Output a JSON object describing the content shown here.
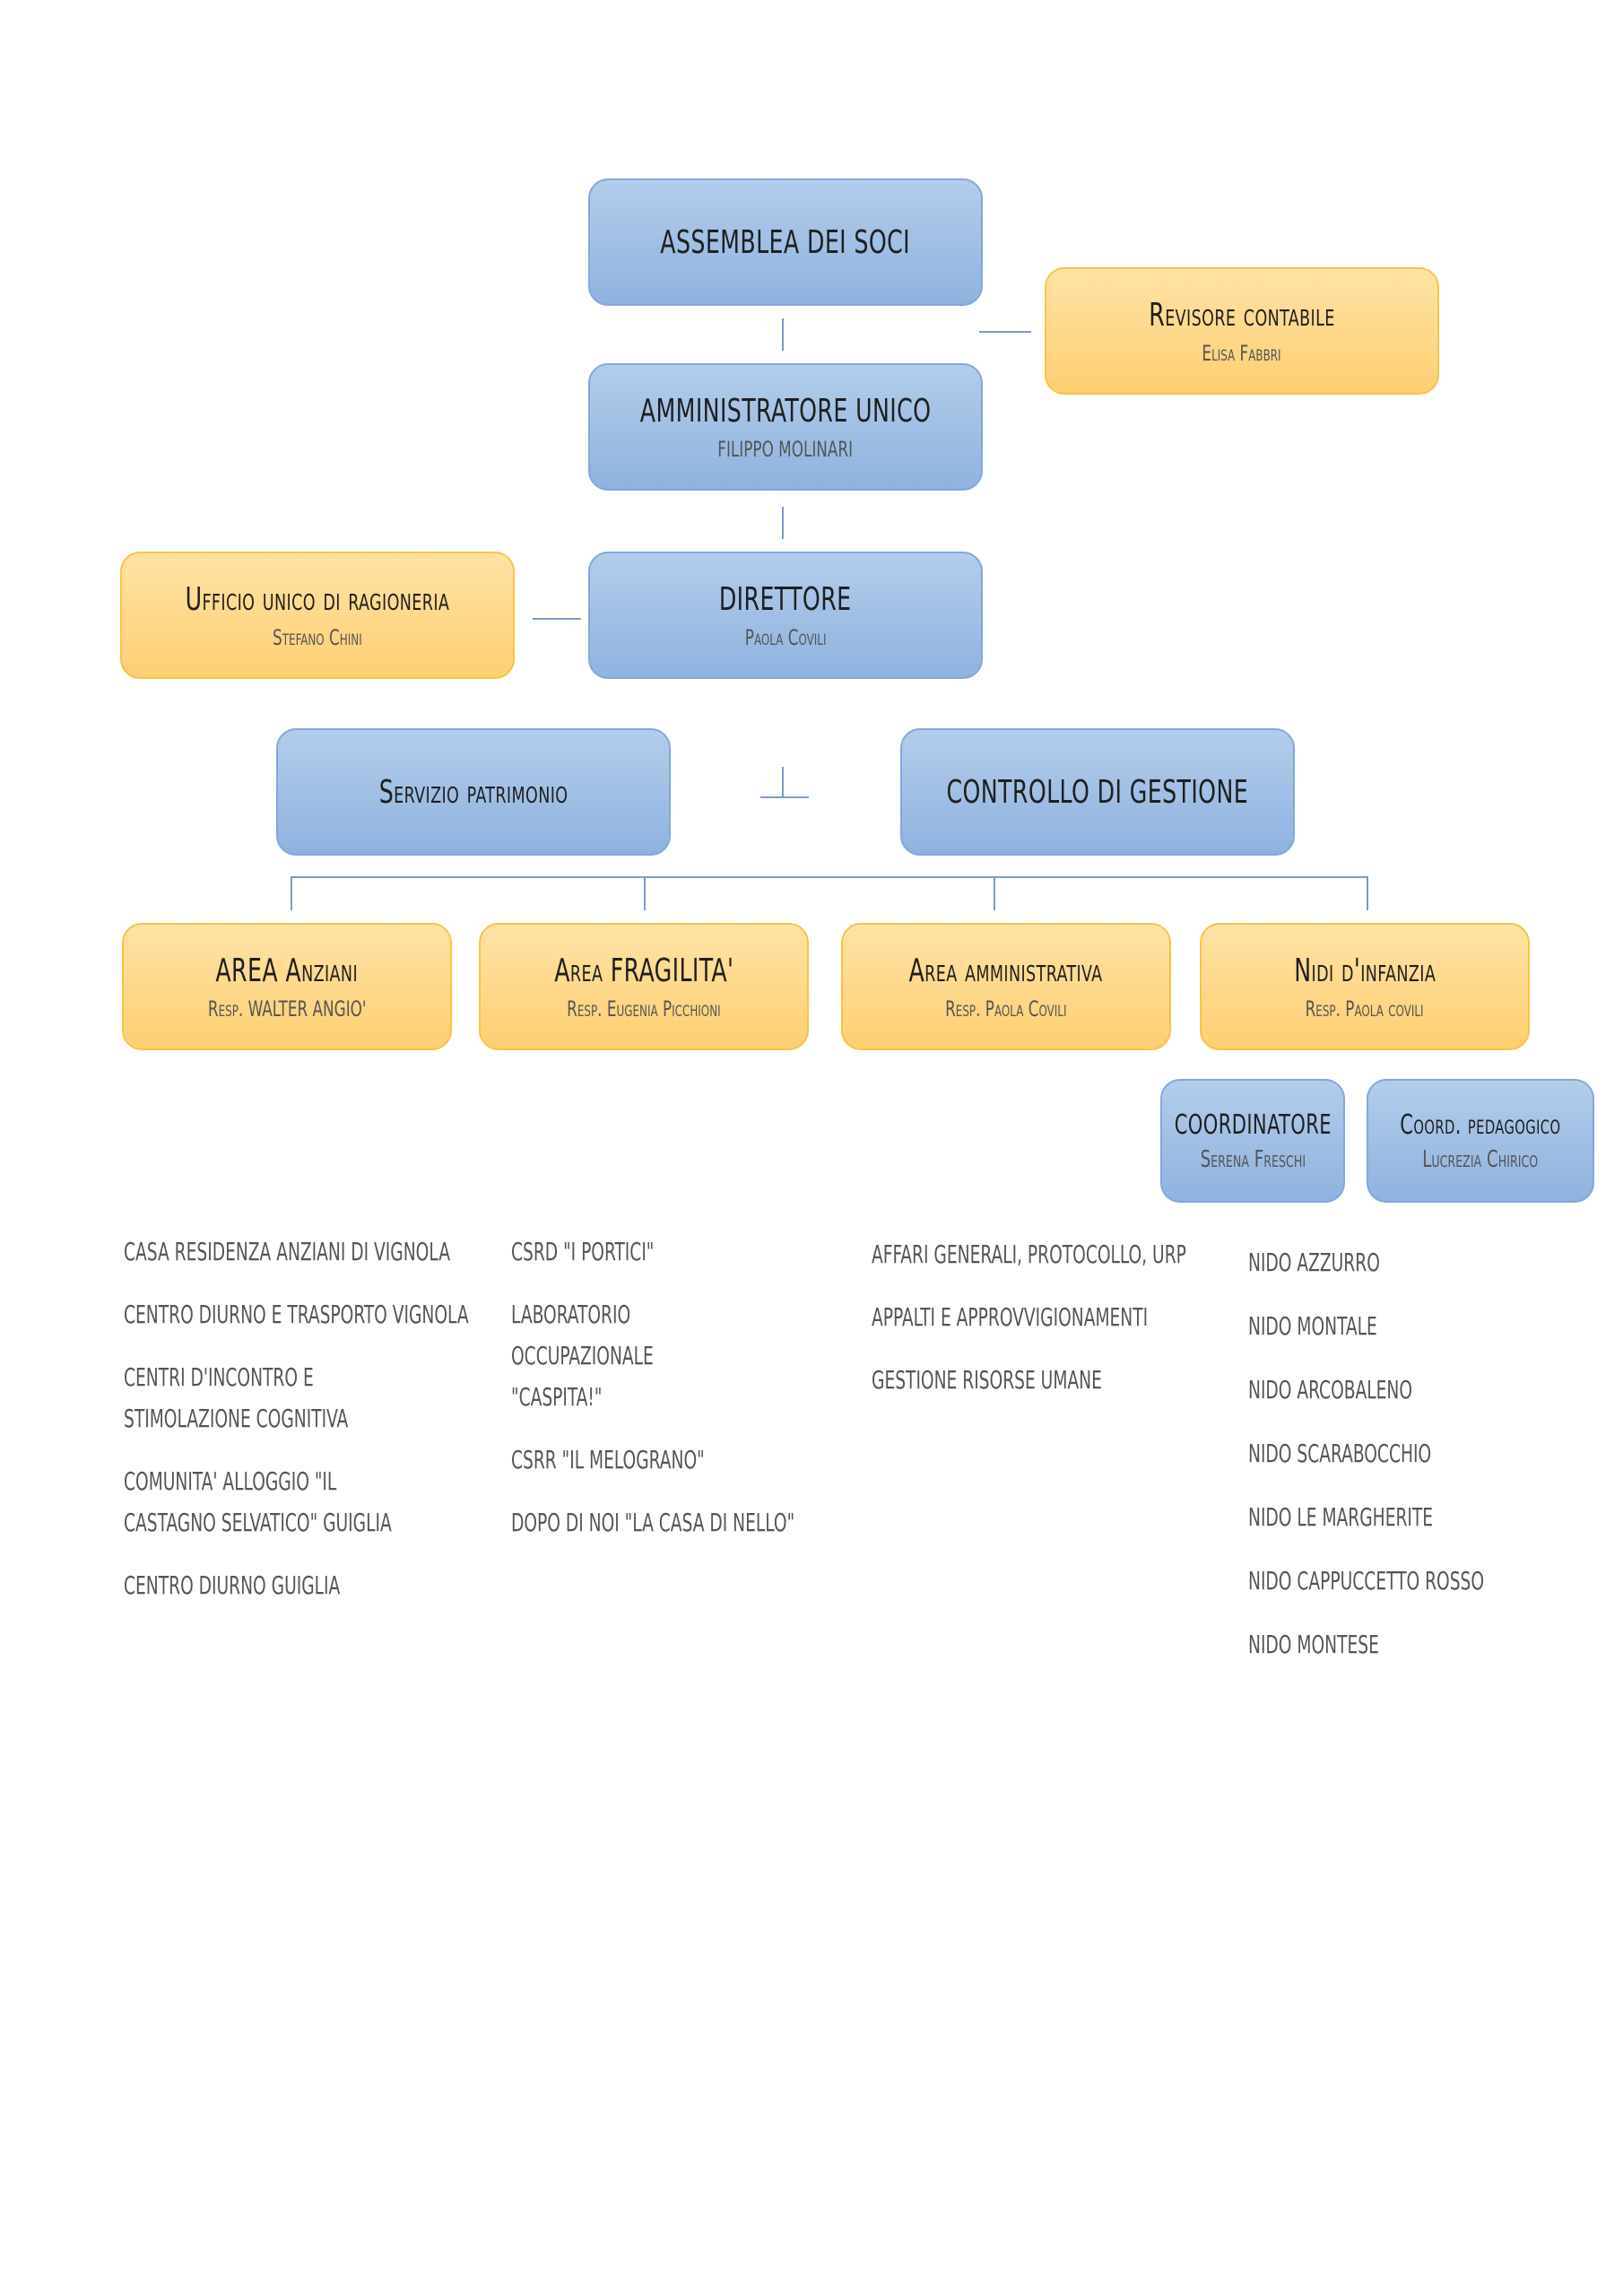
{
  "nodes": {
    "assemblea": {
      "title": "ASSEMBLEA DEI SOCI"
    },
    "revisore": {
      "title": "Revisore contabile",
      "name": "Elisa Fabbri"
    },
    "amministratore": {
      "title": "AMMINISTRATORE UNICO",
      "name": "FILIPPO MOLINARI"
    },
    "ragioneria": {
      "title": "Ufficio unico di ragioneria",
      "name": "Stefano Chini"
    },
    "direttore": {
      "title": "DIRETTORE",
      "name": "Paola Covili"
    },
    "patrimonio": {
      "title": "Servizio patrimonio"
    },
    "controllo": {
      "title": "CONTROLLO DI GESTIONE"
    },
    "anziani": {
      "title": "AREA Anziani",
      "name": "Resp. WALTER ANGIO'"
    },
    "fragilita": {
      "title": "Area FRAGILITA'",
      "name": "Resp. Eugenia Picchioni"
    },
    "amministrativa": {
      "title": "Area amministrativa",
      "name": "Resp. Paola Covili"
    },
    "nidi": {
      "title": "Nidi d'infanzia",
      "name": "Resp. Paola covili"
    },
    "coordinatore": {
      "title": "COORDINATORE",
      "name": "Serena Freschi"
    },
    "pedagogico": {
      "title": "Coord. pedagogico",
      "name": "Lucrezia Chirico"
    }
  },
  "lists": {
    "anziani": [
      "CASA RESIDENZA ANZIANI DI VIGNOLA",
      "CENTRO DIURNO E TRASPORTO VIGNOLA",
      "CENTRI D'INCONTRO E STIMOLAZIONE COGNITIVA",
      "COMUNITA' ALLOGGIO \"IL CASTAGNO SELVATICO\" GUIGLIA",
      "CENTRO DIURNO GUIGLIA"
    ],
    "fragilita": [
      "CSRD \"I PORTICI\"",
      "LABORATORIO OCCUPAZIONALE \"Caspita!\"",
      "CSRR \"IL MELOGRANO\"",
      "DOPO DI NOI \"LA CASA DI NELLO\""
    ],
    "amministrativa": [
      "AFFARI GENERALI, PROTOCOLLO, URP",
      "APPALTI E APPROVVIGIONAMENTI",
      "GESTIONE RISORSE UMANE"
    ],
    "nidi": [
      "NIDO AZZURRO",
      "NIDO MONTALE",
      "NIDO ARCOBALENO",
      "NIDO SCARABOCCHIO",
      "NIDO LE MARGHERITE",
      "NIDO CAPPUCCETTO ROSSO",
      "Nido montese"
    ]
  }
}
